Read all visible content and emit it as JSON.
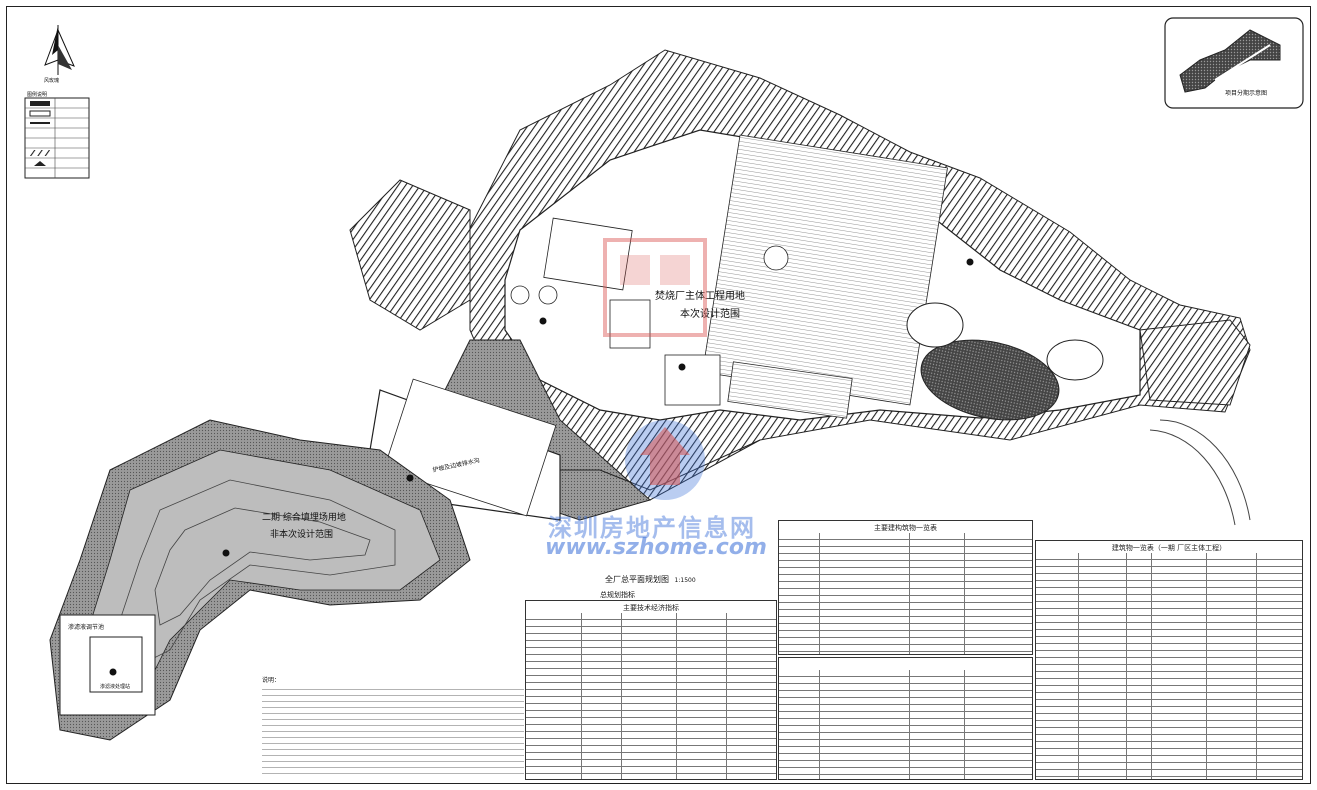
{
  "colors": {
    "hatch": "#222222",
    "watermark_red": "#d9534f",
    "watermark_blue": "#3a6fd8",
    "panel_outline": "#333333"
  },
  "north": {
    "label": "风玫瑰",
    "icon": "north-arrow-icon"
  },
  "legend": {
    "title": "图例说明"
  },
  "keymap": {
    "label": "项目分期示意图"
  },
  "plan": {
    "label_main_1": "焚烧厂主体工程用地",
    "label_main_2": "本次设计范围",
    "label_landfill_1": "二期 综合填埋场用地",
    "label_landfill_2": "非本次设计范围",
    "label_road": "护坡及边坡排水沟",
    "label_store": "渗滤液调节池",
    "label_store_2": "渗滤液处理站"
  },
  "drawing": {
    "title": "全厂总平面规划图",
    "scale": "1:1500"
  },
  "tables": {
    "main_title": "总规划指标",
    "t1_title": "主要技术经济指标",
    "t2_title": "主要建构筑物一览表",
    "t3_title": "建筑物一览表（一期 厂区主体工程）"
  },
  "notes": {
    "title": "说明："
  },
  "watermark": {
    "cn": "深圳房地产信息网",
    "url": "www.szhome.com"
  }
}
